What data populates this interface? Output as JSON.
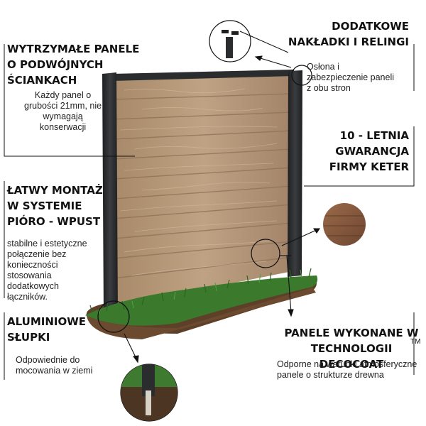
{
  "colors": {
    "post": "#2b2d2f",
    "wood_light": "#b89a7a",
    "wood_dark": "#8a6c52",
    "grass": "#3f7a2e",
    "soil": "#6b4a2f",
    "line": "#111111"
  },
  "features": {
    "panels_double_wall": {
      "heading": "WYTRZYMAŁE PANELE\nO PODWÓJNYCH\nŚCIANKACH",
      "desc": "Każdy panel o\ngrubości 21mm, nie\nwymagają\nkonserwacji"
    },
    "caps_rails": {
      "heading": "DODATKOWE\nNAKŁADKI I RELINGI",
      "desc": "Osłona i\nzabezpieczenie paneli\nz obu stron"
    },
    "warranty": {
      "heading": "10 - LETNIA\nGWARANCJA\nFIRMY KETER"
    },
    "assembly": {
      "heading": "ŁATWY MONTAŻ\nW SYSTEMIE\nPIÓRO - WPUST",
      "desc": "stabilne i estetyczne\npołączenie bez\nkonieczności\nstosowania\ndodatkowych\nłączników."
    },
    "posts": {
      "heading": "ALUMINIOWE\nSŁUPKI",
      "desc": "Odpowiednie do\nmocowania w ziemi"
    },
    "decocoat": {
      "heading": "PANELE WYKONANE  W\nTECHNOLOGII DECOCOAT",
      "tm": "TM",
      "desc": "Odporne na warunki atmosferyczne\npanele o strukturze drewna"
    }
  }
}
